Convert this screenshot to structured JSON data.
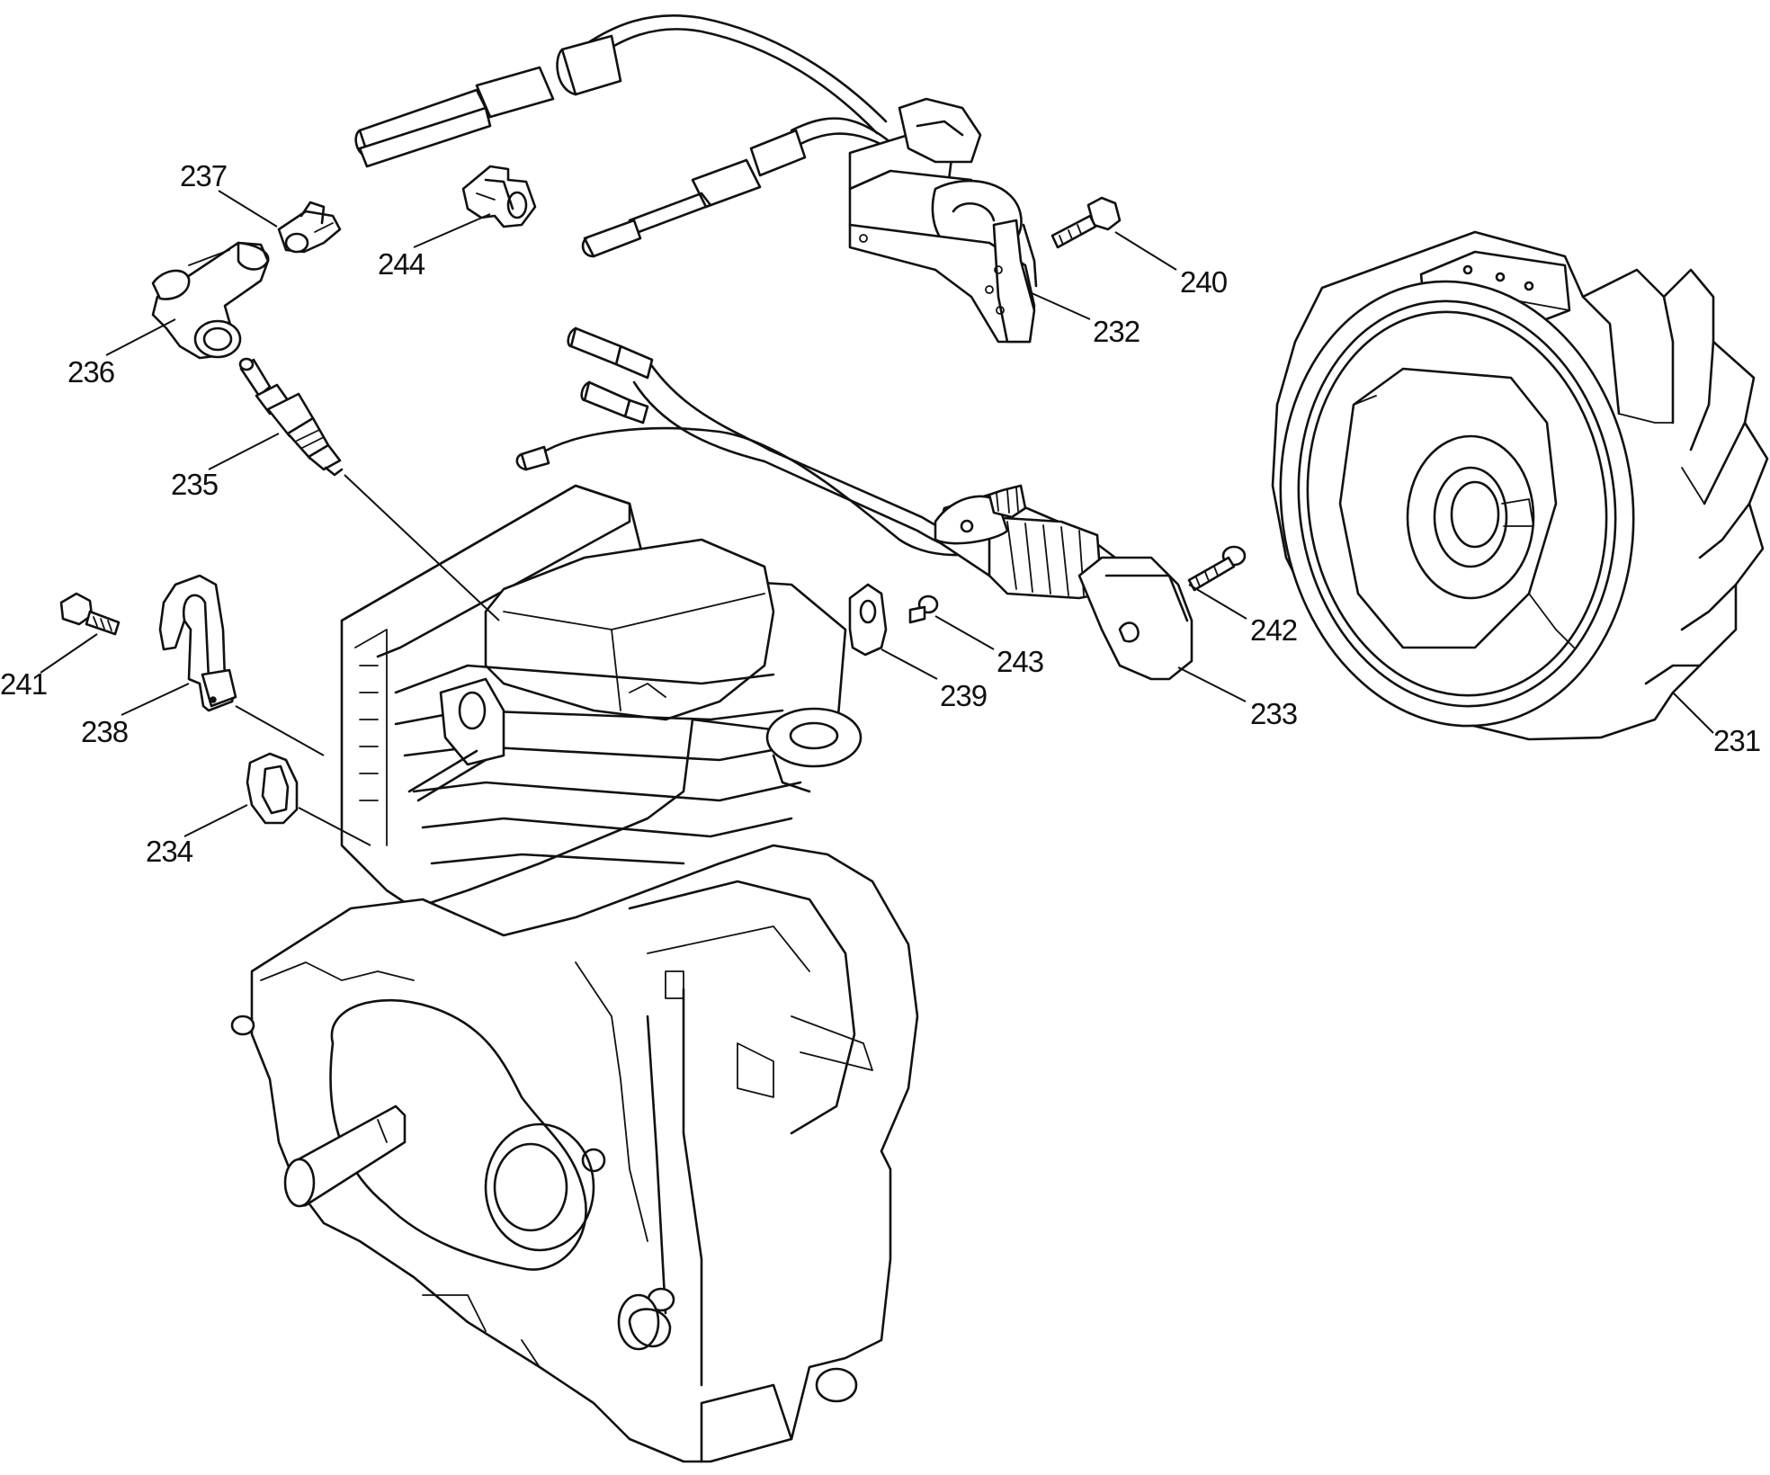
{
  "callouts": [
    {
      "id": "231",
      "label": "231"
    },
    {
      "id": "232",
      "label": "232"
    },
    {
      "id": "233",
      "label": "233"
    },
    {
      "id": "234",
      "label": "234"
    },
    {
      "id": "235",
      "label": "235"
    },
    {
      "id": "236",
      "label": "236"
    },
    {
      "id": "237",
      "label": "237"
    },
    {
      "id": "238",
      "label": "238"
    },
    {
      "id": "239",
      "label": "239"
    },
    {
      "id": "240",
      "label": "240"
    },
    {
      "id": "241",
      "label": "241"
    },
    {
      "id": "242",
      "label": "242"
    },
    {
      "id": "243",
      "label": "243"
    },
    {
      "id": "244",
      "label": "244"
    }
  ]
}
